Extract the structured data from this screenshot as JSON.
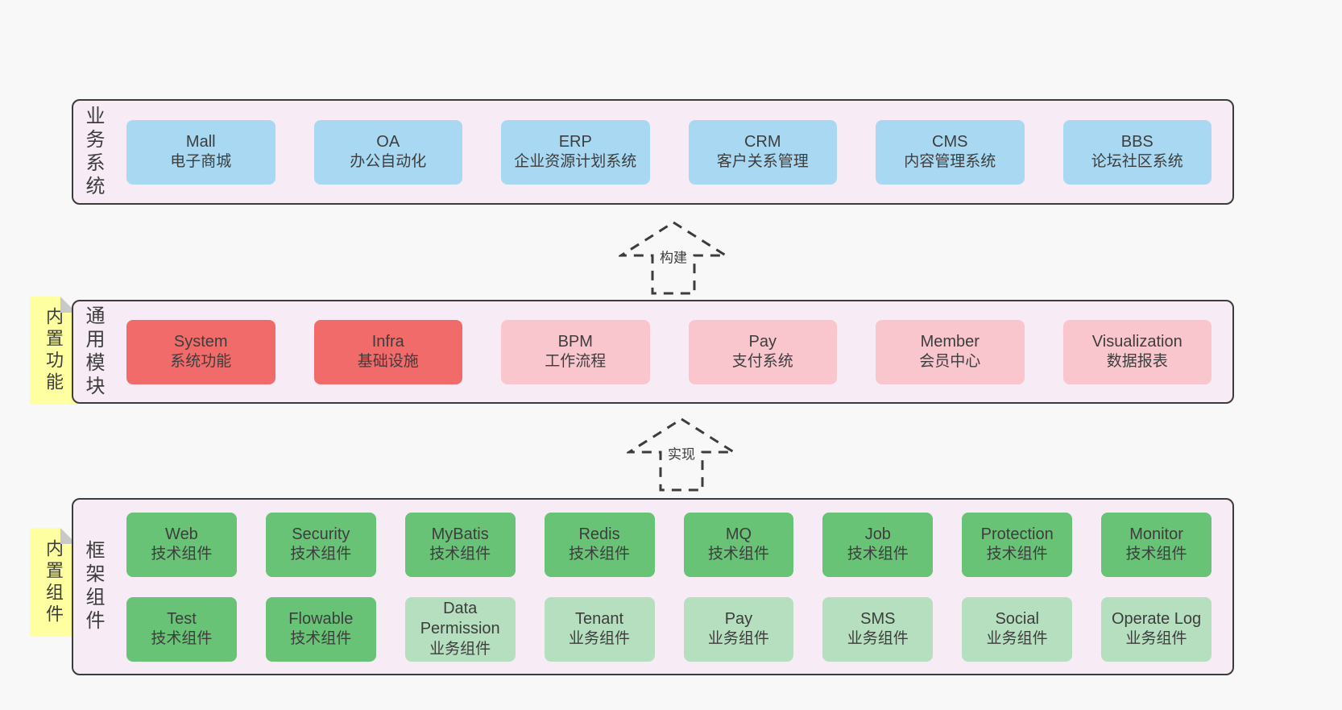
{
  "colors": {
    "background": "#f8f8f8",
    "band_bg": "#f7ecf5",
    "border": "#3c3c3c",
    "text": "#3d3d3d",
    "blue": "#a9d9f2",
    "red": "#f26b6b",
    "pink": "#f9c6ce",
    "green_dark": "#68c377",
    "green_light": "#b5dfbe",
    "sticky_yellow": "#feffa0",
    "fold_gray": "#c9c9c9"
  },
  "arrows": {
    "build": "构建",
    "implement": "实现"
  },
  "layers": {
    "business": {
      "label": "业务系统",
      "boxes": [
        {
          "title": "Mall",
          "subtitle": "电子商城"
        },
        {
          "title": "OA",
          "subtitle": "办公自动化"
        },
        {
          "title": "ERP",
          "subtitle": "企业资源计划系统"
        },
        {
          "title": "CRM",
          "subtitle": "客户关系管理"
        },
        {
          "title": "CMS",
          "subtitle": "内容管理系统"
        },
        {
          "title": "BBS",
          "subtitle": "论坛社区系统"
        }
      ]
    },
    "modules": {
      "label": "通用模块",
      "sticky": "内置功能",
      "boxes": [
        {
          "title": "System",
          "subtitle": "系统功能",
          "variant": "red"
        },
        {
          "title": "Infra",
          "subtitle": "基础设施",
          "variant": "red"
        },
        {
          "title": "BPM",
          "subtitle": "工作流程",
          "variant": "pink"
        },
        {
          "title": "Pay",
          "subtitle": "支付系统",
          "variant": "pink"
        },
        {
          "title": "Member",
          "subtitle": "会员中心",
          "variant": "pink"
        },
        {
          "title": "Visualization",
          "subtitle": "数据报表",
          "variant": "pink"
        }
      ]
    },
    "framework": {
      "label": "框架组件",
      "sticky": "内置组件",
      "row1": [
        {
          "title": "Web",
          "subtitle": "技术组件",
          "variant": "green_dark"
        },
        {
          "title": "Security",
          "subtitle": "技术组件",
          "variant": "green_dark"
        },
        {
          "title": "MyBatis",
          "subtitle": "技术组件",
          "variant": "green_dark"
        },
        {
          "title": "Redis",
          "subtitle": "技术组件",
          "variant": "green_dark"
        },
        {
          "title": "MQ",
          "subtitle": "技术组件",
          "variant": "green_dark"
        },
        {
          "title": "Job",
          "subtitle": "技术组件",
          "variant": "green_dark"
        },
        {
          "title": "Protection",
          "subtitle": "技术组件",
          "variant": "green_dark"
        },
        {
          "title": "Monitor",
          "subtitle": "技术组件",
          "variant": "green_dark"
        }
      ],
      "row2": [
        {
          "title": "Test",
          "subtitle": "技术组件",
          "variant": "green_dark"
        },
        {
          "title": "Flowable",
          "subtitle": "技术组件",
          "variant": "green_dark"
        },
        {
          "title": "Data Permission",
          "subtitle": "业务组件",
          "variant": "green_light"
        },
        {
          "title": "Tenant",
          "subtitle": "业务组件",
          "variant": "green_light"
        },
        {
          "title": "Pay",
          "subtitle": "业务组件",
          "variant": "green_light"
        },
        {
          "title": "SMS",
          "subtitle": "业务组件",
          "variant": "green_light"
        },
        {
          "title": "Social",
          "subtitle": "业务组件",
          "variant": "green_light"
        },
        {
          "title": "Operate Log",
          "subtitle": "业务组件",
          "variant": "green_light"
        }
      ]
    }
  }
}
